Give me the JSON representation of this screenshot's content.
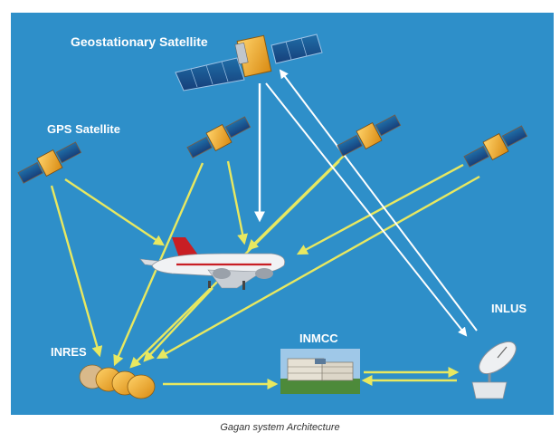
{
  "labels": {
    "geostationary": "Geostationary Satellite",
    "gps": "GPS Satellite",
    "inres": "INRES",
    "inmcc": "INMCC",
    "inlus": "INLUS"
  },
  "caption": "Gagan system Architecture",
  "colors": {
    "background": "#2e8fc9",
    "gps_signal": "#e8e860",
    "geo_signal": "#ffffff"
  }
}
